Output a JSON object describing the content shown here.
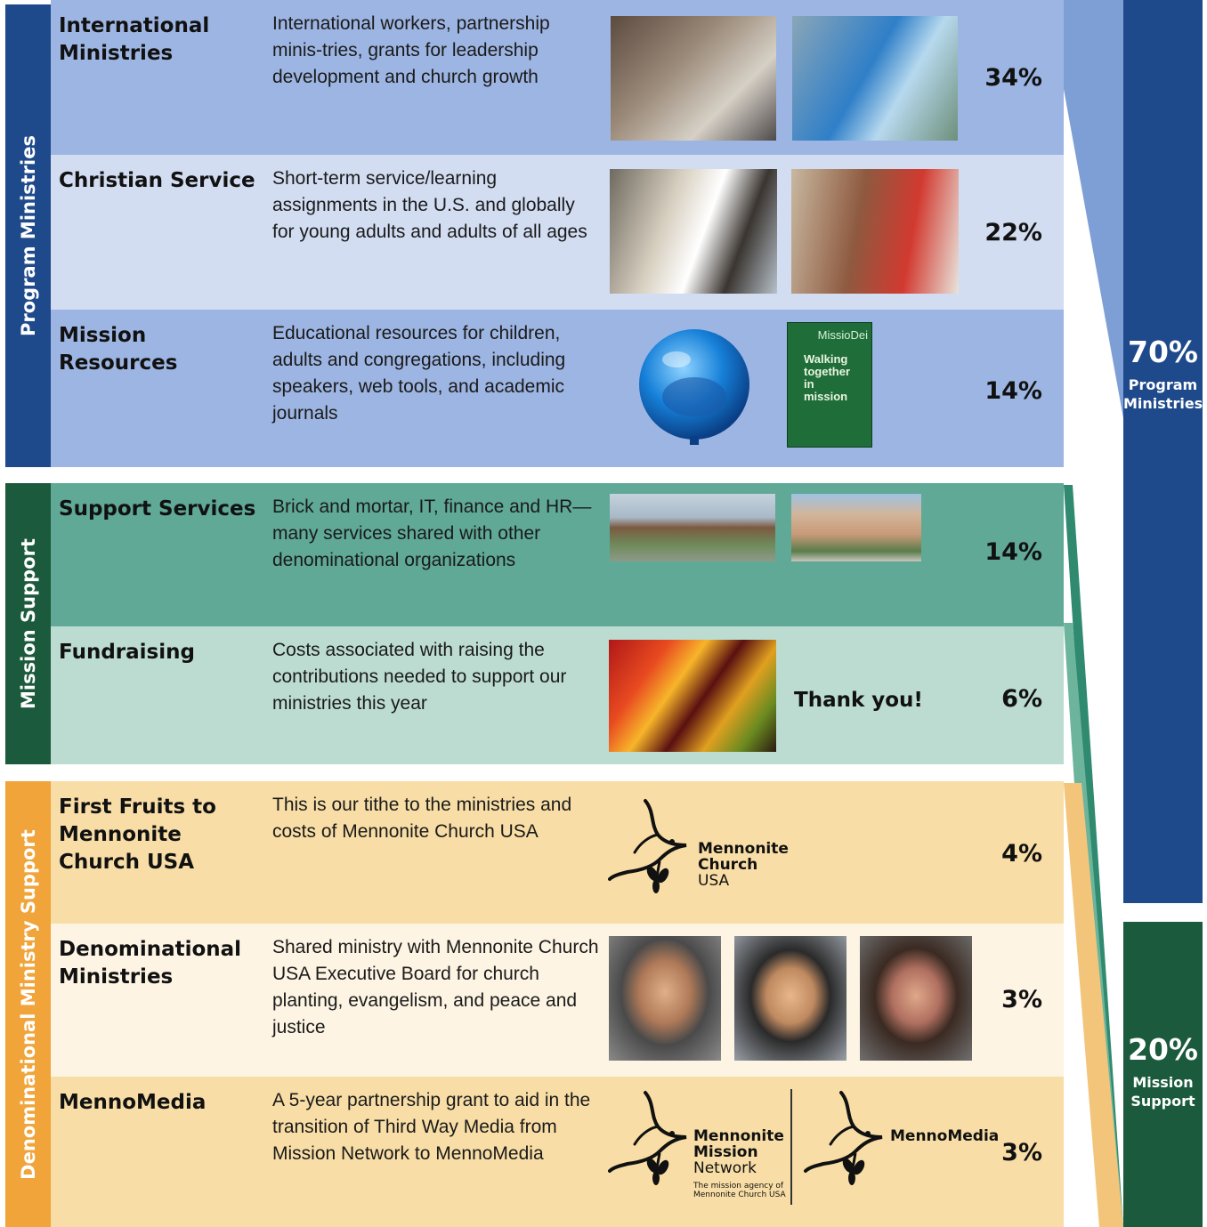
{
  "categories": {
    "program": {
      "label": "Program Ministries",
      "color": "#1e4a8c"
    },
    "mission_support": {
      "label": "Mission Support",
      "color": "#1b5a3c"
    },
    "denominational": {
      "label": "Denominational Ministry Support",
      "color": "#f0a43a"
    }
  },
  "rows": [
    {
      "title": "International Ministries",
      "desc": "International workers, partnership minis-tries, grants for leadership development and church growth",
      "pct": "34%"
    },
    {
      "title": "Christian Service",
      "desc": "Short-term service/learning assignments in the U.S. and globally for young adults and adults of all ages",
      "pct": "22%"
    },
    {
      "title": "Mission Resources",
      "desc": "Educational resources for children, adults and congregations, including speakers, web tools, and academic journals",
      "pct": "14%"
    },
    {
      "title": "Support Services",
      "desc": "Brick and mortar, IT, finance and HR—many services shared with other denominational organizations",
      "pct": "14%"
    },
    {
      "title": "Fundraising",
      "desc": "Costs associated with raising the contributions needed to support our ministries this year",
      "pct": "6%",
      "extra": "Thank you!"
    },
    {
      "title": "First Fruits to Mennonite Church USA",
      "desc": "This is our tithe to the ministries and costs of Mennonite Church USA",
      "pct": "4%"
    },
    {
      "title": "Denominational Ministries",
      "desc": "Shared ministry with Mennonite Church USA Executive Board for church planting, evangelism, and peace and justice",
      "pct": "3%"
    },
    {
      "title": "MennoMedia",
      "desc": "A 5-year partnership grant to aid in the transition of Third Way Media from Mission Network to MennoMedia",
      "pct": "3%"
    }
  ],
  "book": {
    "brand": "MissioDei",
    "title": "Walking together in mission"
  },
  "logos": {
    "mcusa": {
      "line1": "Mennonite",
      "line2": "Church",
      "line3": "USA"
    },
    "mmn": {
      "line1": "Mennonite",
      "line2": "Mission",
      "line3": "Network",
      "tagline1": "The mission agency of",
      "tagline2": "Mennonite Church USA"
    },
    "mennomedia": {
      "name": "MennoMedia"
    }
  },
  "summary": {
    "program": {
      "pct": "70%",
      "line1": "Program",
      "line2": "Ministries"
    },
    "mission": {
      "pct": "20%",
      "line1": "Mission",
      "line2": "Support"
    }
  }
}
